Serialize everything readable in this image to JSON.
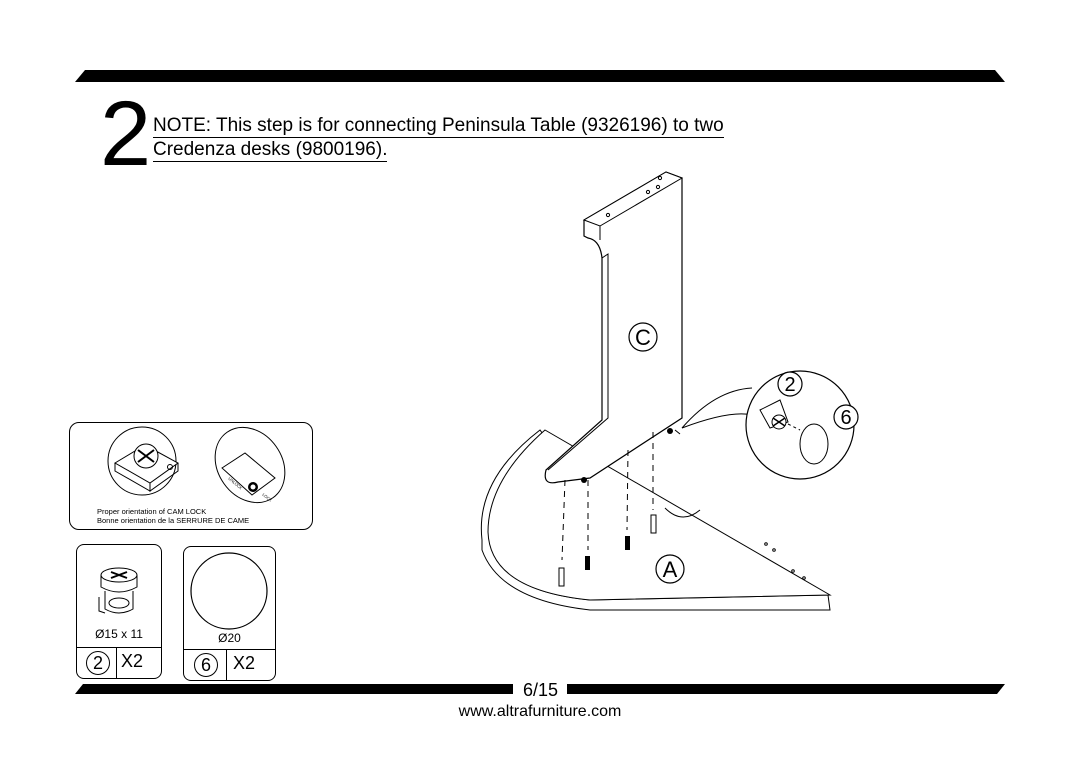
{
  "step": {
    "number": "2",
    "note_line1": "NOTE: This step is for connecting Peninsula Table (9326196) to two",
    "note_line2": "Credenza desks (9800196)."
  },
  "cam_lock": {
    "caption_en": "Proper orientation of CAM LOCK",
    "caption_fr": "Bonne orientation de la SERRURE DE CAME",
    "unlock_label": "UNLOCK",
    "lock_label": "LOCK"
  },
  "parts": [
    {
      "id": "2",
      "dimension": "Ø15 x 11",
      "qty": "X2"
    },
    {
      "id": "6",
      "dimension": "Ø20",
      "qty": "X2"
    }
  ],
  "diagram": {
    "panel_label": "C",
    "top_label": "A",
    "callout_part_a": "2",
    "callout_part_b": "6"
  },
  "footer": {
    "page": "6/15",
    "url": "www.altrafurniture.com"
  }
}
